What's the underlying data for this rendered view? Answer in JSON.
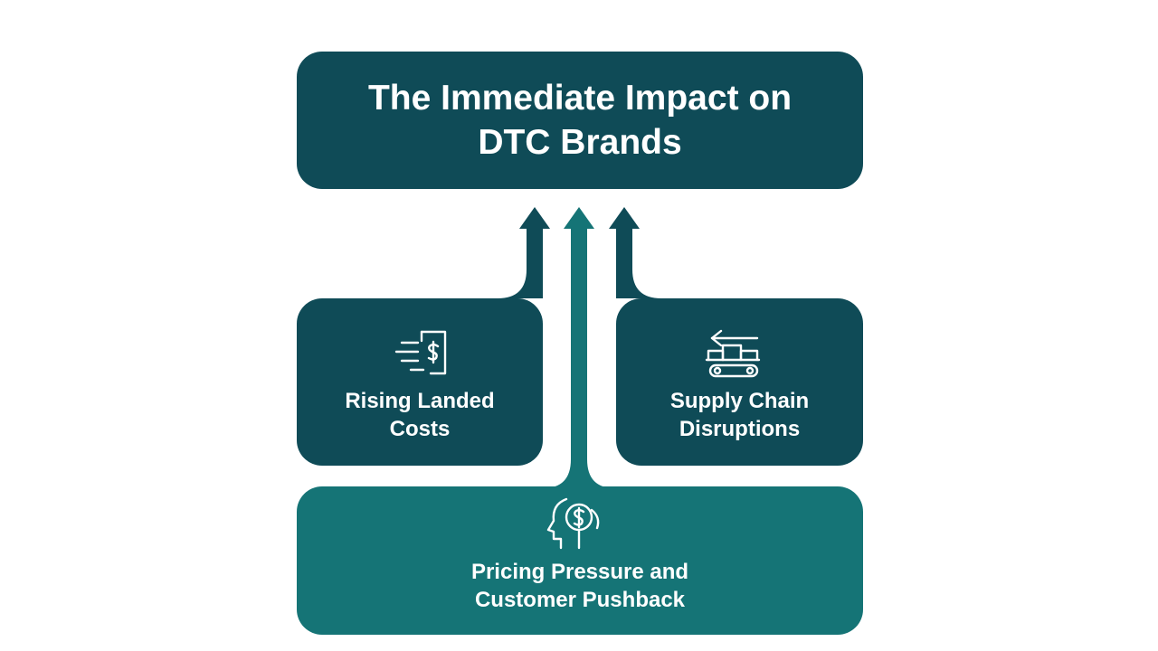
{
  "colors": {
    "dark": "#0f4b57",
    "teal": "#157476",
    "background": "#ffffff"
  },
  "title": "The Immediate Impact on DTC Brands",
  "left_box": {
    "label_line1": "Rising Landed",
    "label_line2": "Costs",
    "icon": "dollar-document-icon"
  },
  "right_box": {
    "label_line1": "Supply Chain",
    "label_line2": "Disruptions",
    "icon": "conveyor-return-icon"
  },
  "bottom_box": {
    "label_line1": "Pricing Pressure and",
    "label_line2": "Customer Pushback",
    "icon": "head-dollar-icon"
  }
}
